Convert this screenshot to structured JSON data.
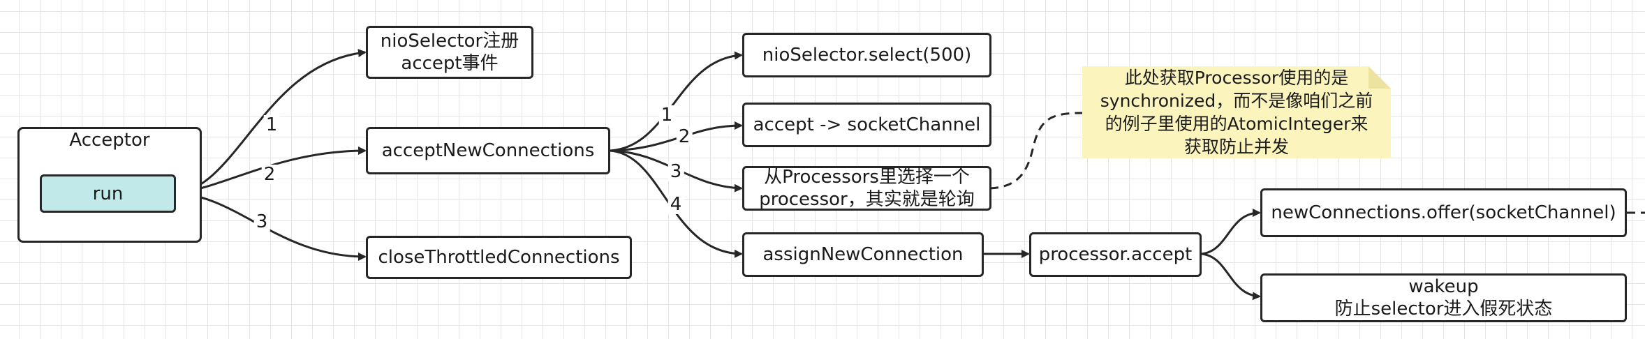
{
  "acceptor": {
    "title": "Acceptor",
    "run": "run"
  },
  "nodes": {
    "register": [
      "nioSelector注册",
      "accept事件"
    ],
    "accept_new": "acceptNewConnections",
    "close_throttled": "closeThrottledConnections",
    "select": "nioSelector.select(500)",
    "socket_channel": "accept -> socketChannel",
    "choose_processor": [
      "从Processors里选择一个",
      "processor，其实就是轮询"
    ],
    "assign": "assignNewConnection",
    "processor_accept": "processor.accept",
    "offer": "newConnections.offer(socketChannel)",
    "wakeup": [
      "wakeup",
      "防止selector进入假死状态"
    ]
  },
  "note": [
    "此处获取Processor使用的是",
    "synchronized，而不是像咱们之前",
    "的例子里使用的AtomicInteger来",
    "获取防止并发"
  ],
  "edge_labels": {
    "run_1": "1",
    "run_2": "2",
    "run_3": "3",
    "acc_1": "1",
    "acc_2": "2",
    "acc_3": "3",
    "acc_4": "4"
  },
  "colors": {
    "stroke": "#262626",
    "run_fill": "#c2e9ea",
    "note_fill": "#fbf4bd",
    "grid": "#e6e6e6"
  }
}
